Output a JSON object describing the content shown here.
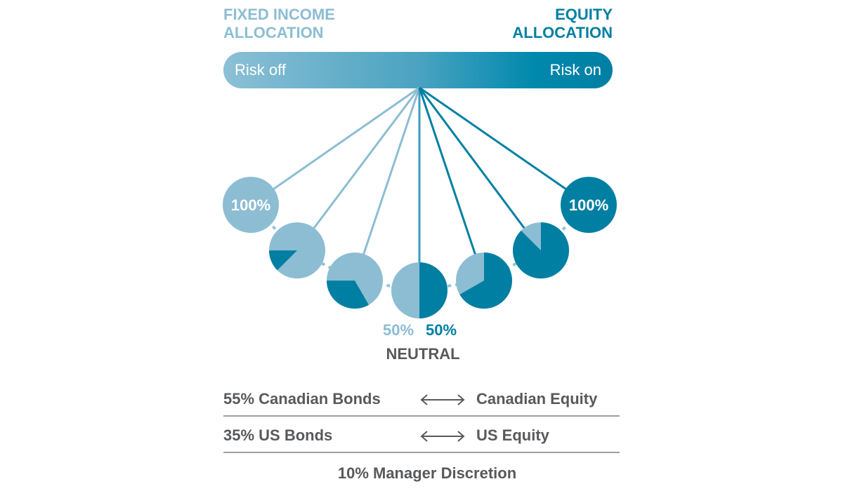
{
  "colors": {
    "fixed_income": "#8cbdd3",
    "equity": "#007fa3",
    "text_gray": "#58595b",
    "divider": "#9d9fa2"
  },
  "header": {
    "fixed_income_line1": "FIXED INCOME",
    "fixed_income_line2": "ALLOCATION",
    "equity_line1": "EQUITY",
    "equity_line2": "ALLOCATION"
  },
  "risk_bar": {
    "left_label": "Risk off",
    "right_label": "Risk on"
  },
  "pendulum": {
    "equity_fractions": [
      0,
      0.125,
      0.333,
      0.5,
      0.667,
      0.875,
      1
    ],
    "left_end_label": "100%",
    "right_end_label": "100%"
  },
  "neutral": {
    "fixed_income_pct": "50%",
    "equity_pct": "50%",
    "label": "NEUTRAL"
  },
  "allocation_rows": [
    {
      "left": "55% Canadian Bonds",
      "right": "Canadian Equity"
    },
    {
      "left": "35% US Bonds",
      "right": "US Equity"
    }
  ],
  "footer": "10%  Manager Discretion"
}
